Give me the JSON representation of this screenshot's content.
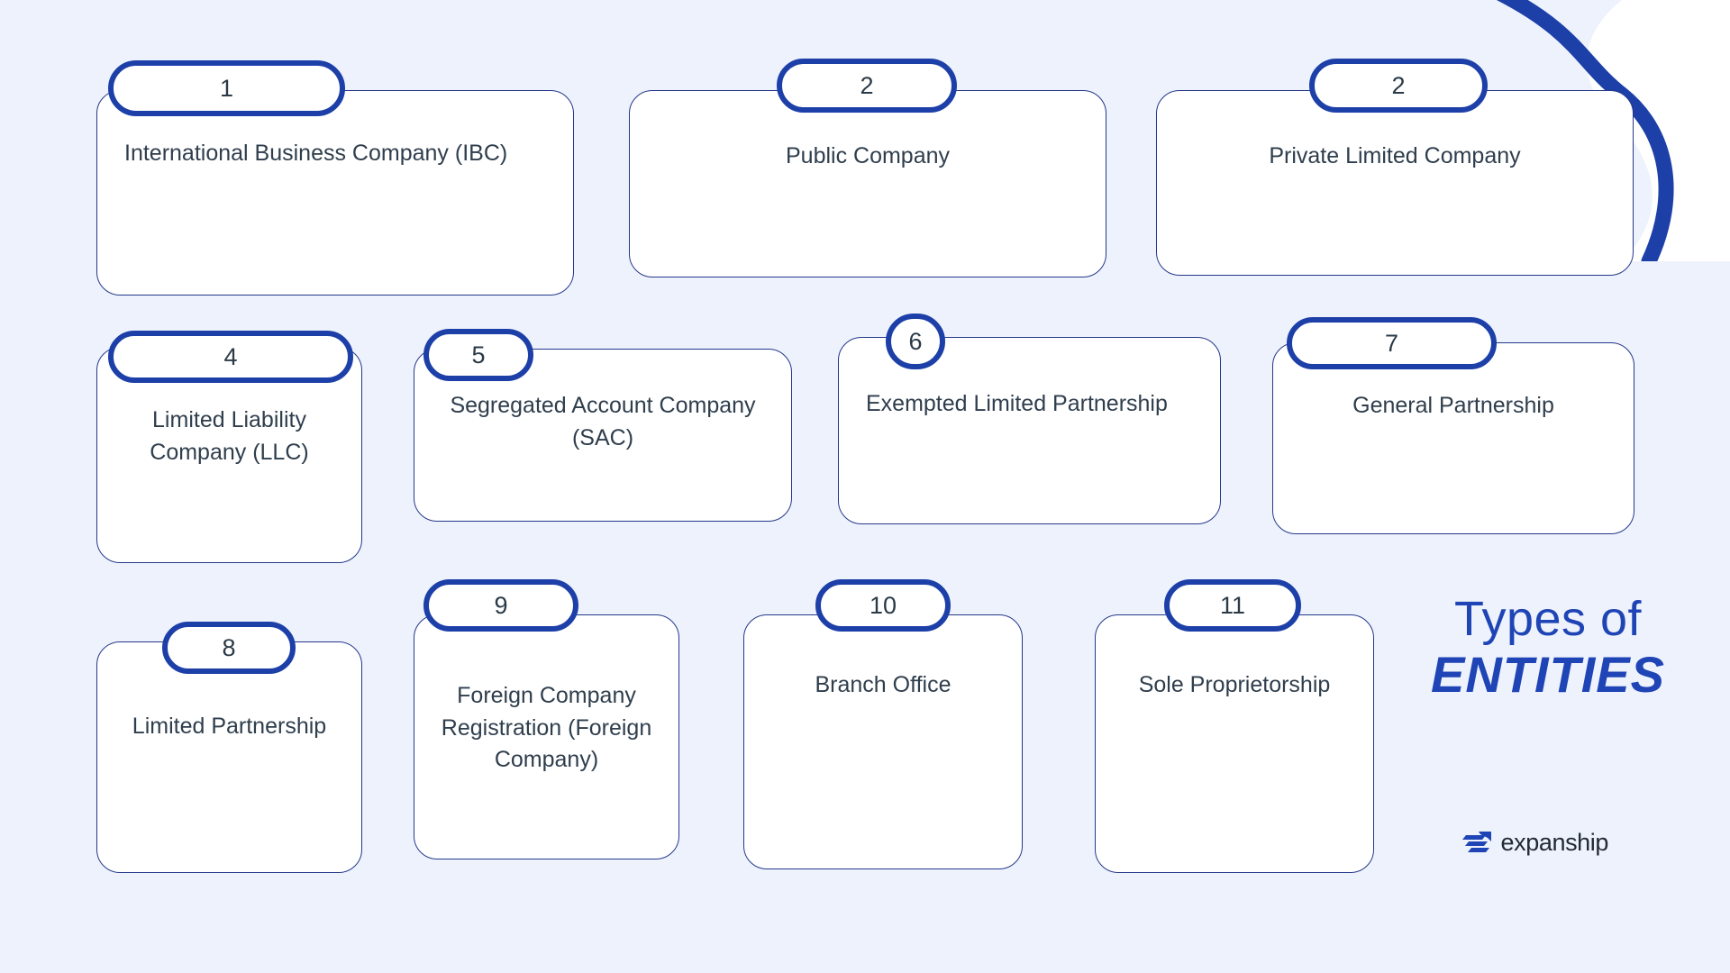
{
  "page": {
    "background_color": "#eef2fd",
    "card_border_color": "#24388a",
    "badge_border_color": "#1d3fa8",
    "accent_color": "#1f44b5",
    "text_color": "#2f3e4d"
  },
  "title": {
    "line1": "Types of",
    "line2": "ENTITIES"
  },
  "brand": {
    "name": "expanship",
    "mark": "expanship-arrow-logo-icon"
  },
  "decoration": {
    "shape": "blue-swoosh-curve"
  },
  "entities": [
    {
      "number": "1",
      "label": "International Business Company (IBC)"
    },
    {
      "number": "2",
      "label": "Public Company"
    },
    {
      "number": "2",
      "label": "Private Limited Company"
    },
    {
      "number": "4",
      "label": "Limited Liability Company (LLC)"
    },
    {
      "number": "5",
      "label": "Segregated Account Company (SAC)"
    },
    {
      "number": "6",
      "label": "Exempted Limited Partnership"
    },
    {
      "number": "7",
      "label": "General Partnership"
    },
    {
      "number": "8",
      "label": "Limited Partnership"
    },
    {
      "number": "9",
      "label": "Foreign Company Registration (Foreign Company)"
    },
    {
      "number": "10",
      "label": "Branch Office"
    },
    {
      "number": "11",
      "label": "Sole Proprietorship"
    }
  ]
}
